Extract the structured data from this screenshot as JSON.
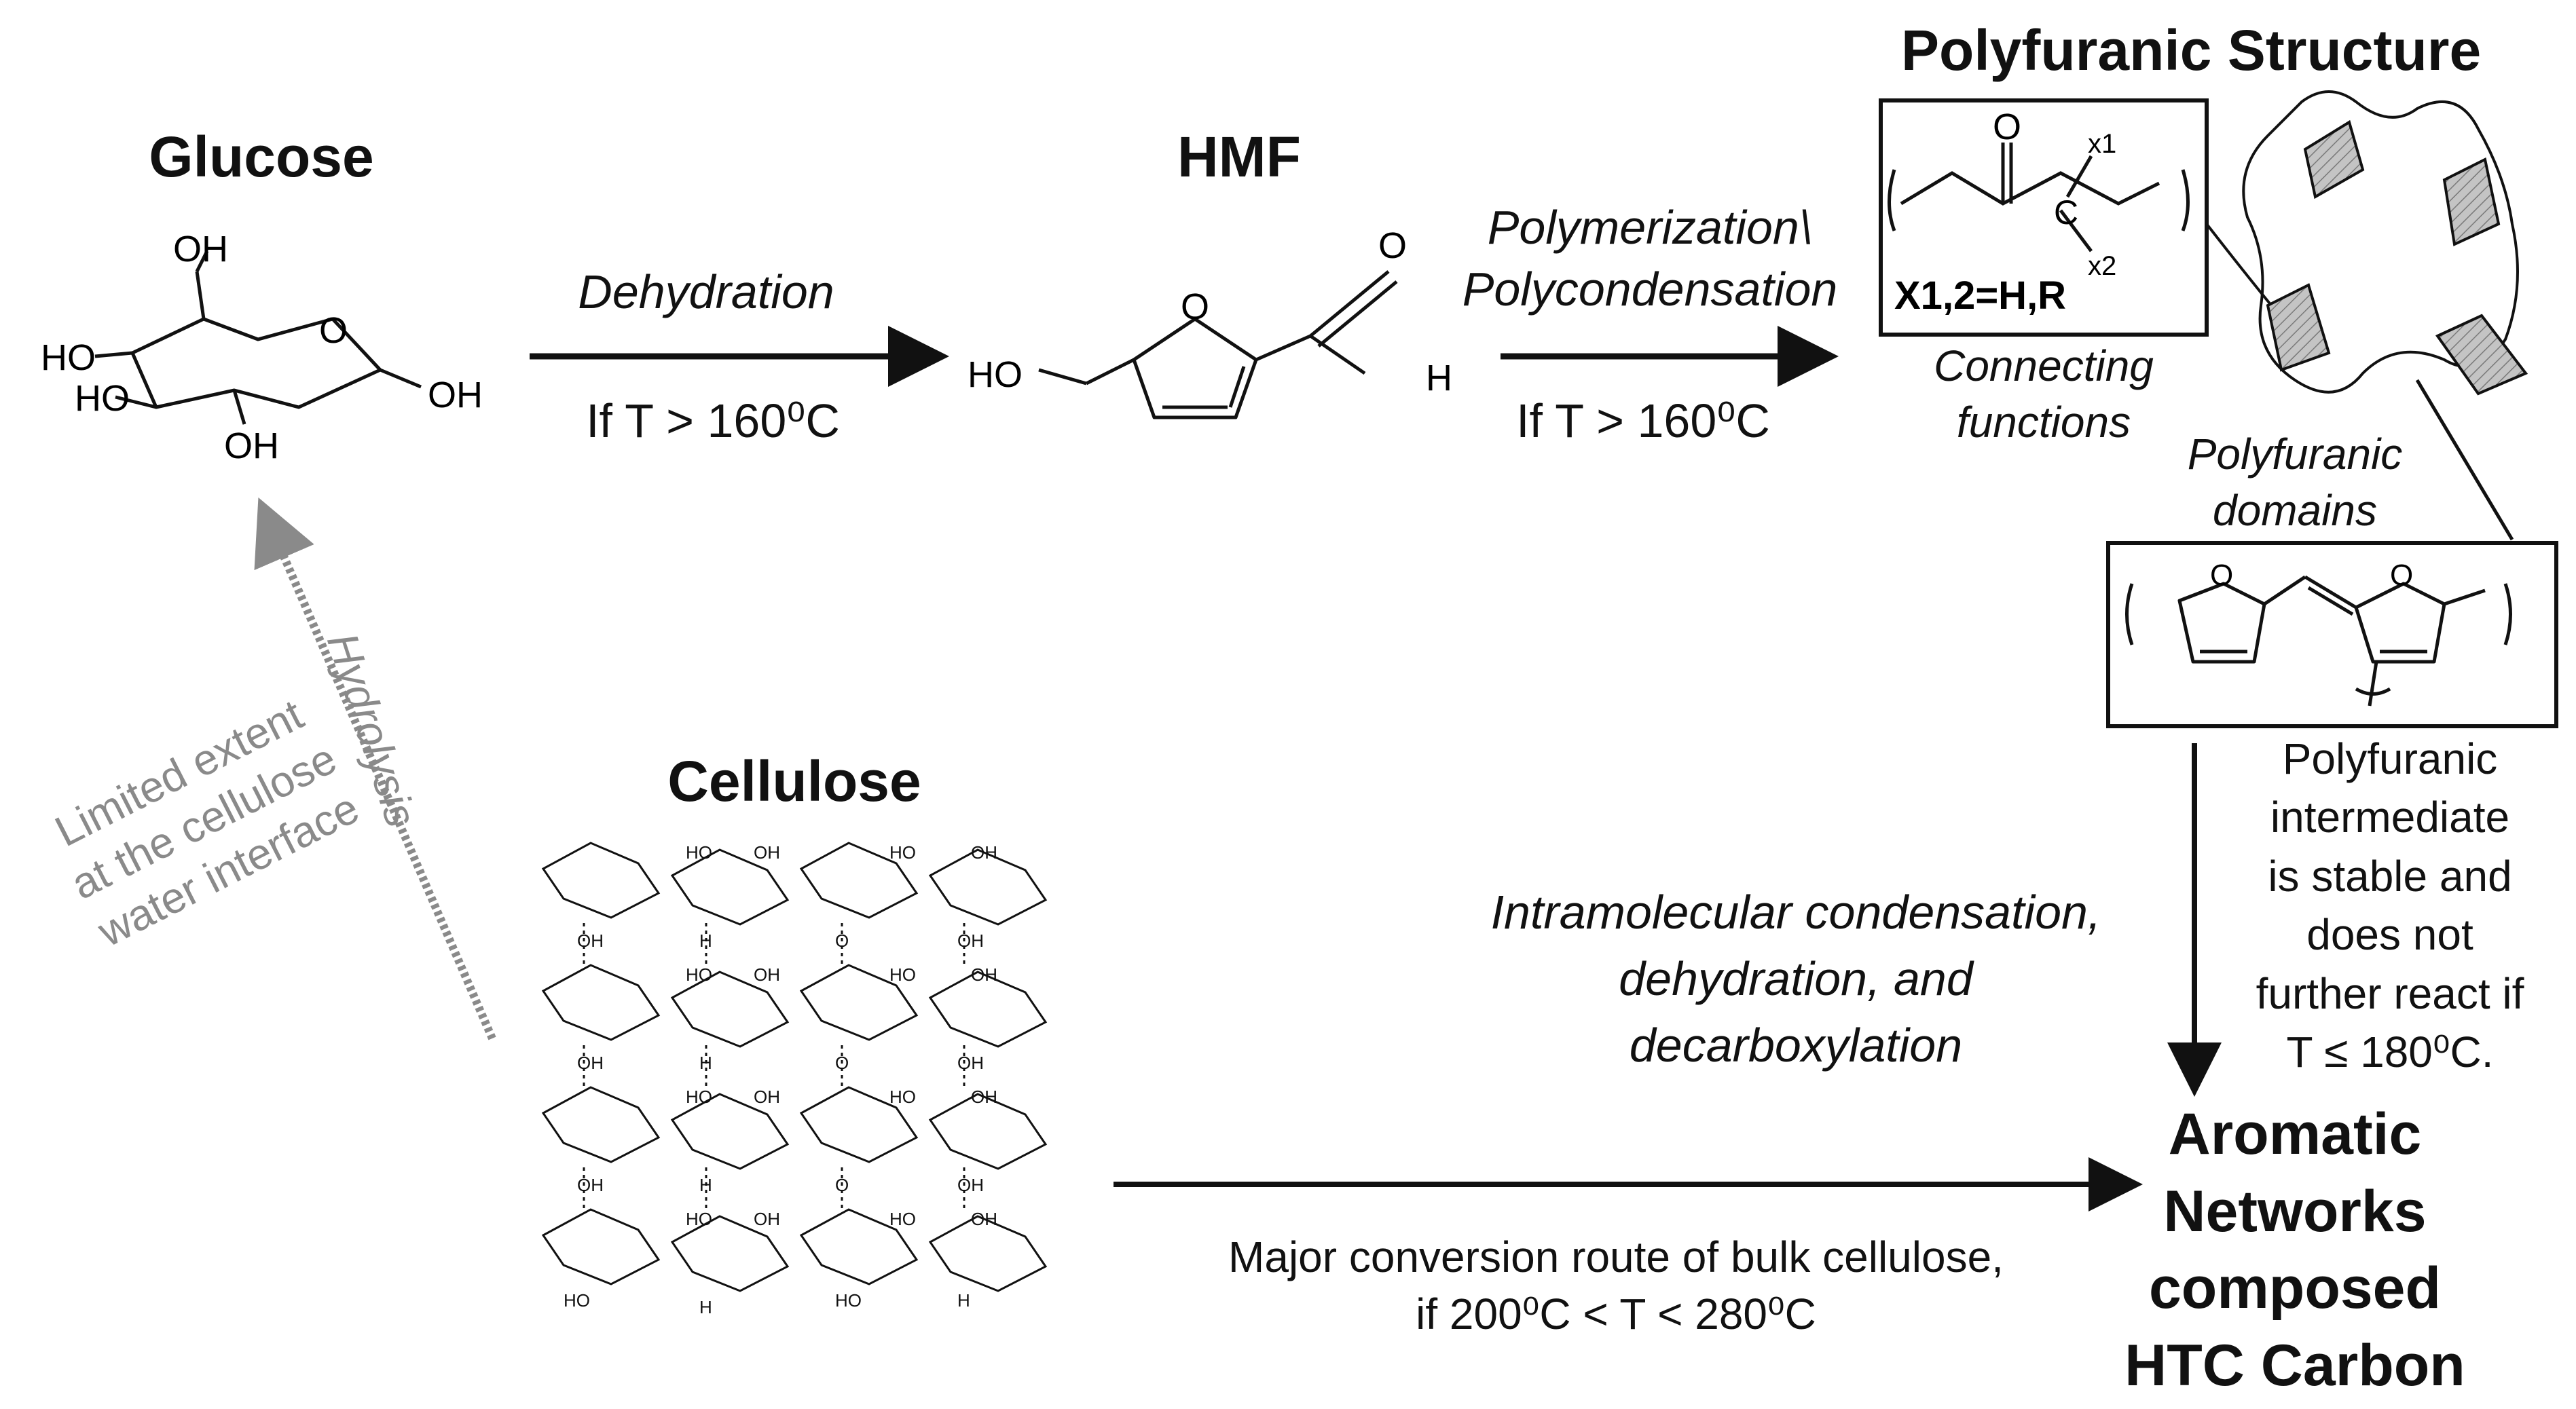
{
  "compounds": {
    "glucose": "Glucose",
    "hmf": "HMF",
    "polyfuranic_structure": "Polyfuranic Structure",
    "cellulose": "Cellulose",
    "aromatic_networks": "Aromatic\nNetworks\ncomposed\nHTC Carbon"
  },
  "steps": {
    "dehydration": {
      "label": "Dehydration",
      "condition": "If T > 160⁰C"
    },
    "polymerization": {
      "label": "Polymerization\\\nPolycondensation",
      "condition": "If T > 160⁰C"
    },
    "hydrolysis": {
      "label": "Hydrolysis",
      "note": "Limited extent\nat the cellulose\nwater interface"
    },
    "intramolecular": {
      "label": "Intramolecular condensation,\ndehydration, and\ndecarboxylation"
    },
    "bulk_route": {
      "label": "Major conversion route of bulk cellulose,\nif 200⁰C < T < 280⁰C"
    }
  },
  "annotations": {
    "connecting_functions": "Connecting\nfunctions",
    "polyfuranic_domains": "Polyfuranic\ndomains",
    "stability_note": "Polyfuranic\nintermediate\nis stable and\ndoes not\nfurther react if\nT ≤ 180⁰C."
  },
  "structure_labels": {
    "OH": "OH",
    "HO": "HO",
    "O": "O",
    "H": "H",
    "C": "C",
    "x1": "x1",
    "x2": "x2",
    "substituents": "X1,2=H,R"
  },
  "colors": {
    "ink": "#111111",
    "hydrolysis_grey": "#8a8a8a",
    "domain_fill": "#bdbdbd"
  }
}
